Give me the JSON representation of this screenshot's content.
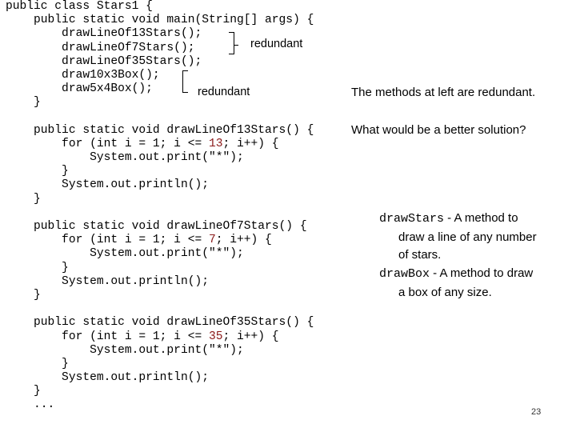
{
  "code": {
    "lines": [
      "public class Stars1 {",
      "    public static void main(String[] args) {",
      "        drawLineOf13Stars();",
      "        drawLineOf7Stars();",
      "        drawLineOf35Stars();",
      "        draw10x3Box();",
      "        draw5x4Box();",
      "    }",
      "",
      "    public static void drawLineOf13Stars() {",
      "        for (int i = 1; i <= 13; i++) {",
      "            System.out.print(\"*\");",
      "        }",
      "        System.out.println();",
      "    }",
      "",
      "    public static void drawLineOf7Stars() {",
      "        for (int i = 1; i <= 7; i++) {",
      "            System.out.print(\"*\");",
      "        }",
      "        System.out.println();",
      "    }",
      "",
      "    public static void drawLineOf35Stars() {",
      "        for (int i = 1; i <= 35; i++) {",
      "            System.out.print(\"*\");",
      "        }",
      "        System.out.println();",
      "    }",
      "    ..."
    ],
    "loop_limits": {
      "a": "13",
      "b": "7",
      "c": "35"
    }
  },
  "annotations": {
    "redundant_1": "redundant",
    "redundant_2": "redundant"
  },
  "notes": {
    "methods_redundant": "The methods at left are redundant.",
    "question": "What would be a better solution?",
    "draw_stars_name": "drawStars",
    "draw_stars_desc_1": " - A method to",
    "draw_stars_desc_2": "draw a line of any number",
    "draw_stars_desc_3": "of stars.",
    "draw_box_name": "drawBox",
    "draw_box_desc_1": " - A method to draw",
    "draw_box_desc_2": "a box of any size."
  },
  "page_number": "23"
}
